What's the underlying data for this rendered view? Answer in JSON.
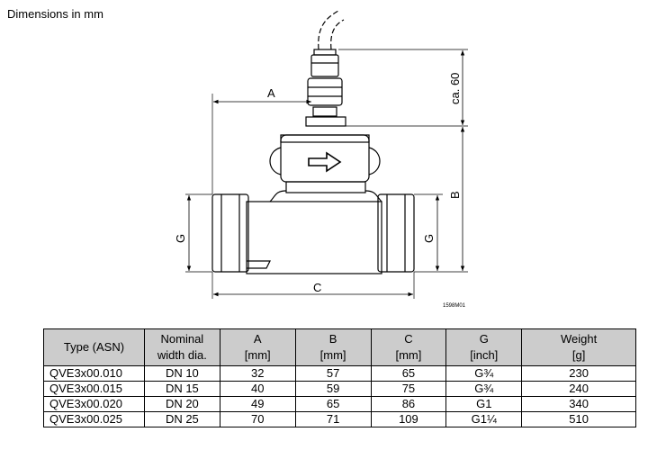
{
  "caption": "Dimensions in mm",
  "drawing": {
    "label_a": "A",
    "label_b": "B",
    "label_c": "C",
    "label_g_left": "G",
    "label_g_right": "G",
    "label_ca60": "ca. 60",
    "drawing_code": "1598M01"
  },
  "table": {
    "headers": [
      {
        "line1": "Type (ASN)",
        "line2": ""
      },
      {
        "line1": "Nominal",
        "line2": "width dia."
      },
      {
        "line1": "A",
        "line2": "[mm]"
      },
      {
        "line1": "B",
        "line2": "[mm]"
      },
      {
        "line1": "C",
        "line2": "[mm]"
      },
      {
        "line1": "G",
        "line2": "[inch]"
      },
      {
        "line1": "Weight",
        "line2": "[g]"
      }
    ],
    "rows": [
      [
        "QVE3x00.010",
        "DN 10",
        "32",
        "57",
        "65",
        "G¾",
        "230"
      ],
      [
        "QVE3x00.015",
        "DN 15",
        "40",
        "59",
        "75",
        "G¾",
        "240"
      ],
      [
        "QVE3x00.020",
        "DN 20",
        "49",
        "65",
        "86",
        "G1",
        "340"
      ],
      [
        "QVE3x00.025",
        "DN 25",
        "70",
        "71",
        "109",
        "G1¼",
        "510"
      ]
    ]
  }
}
